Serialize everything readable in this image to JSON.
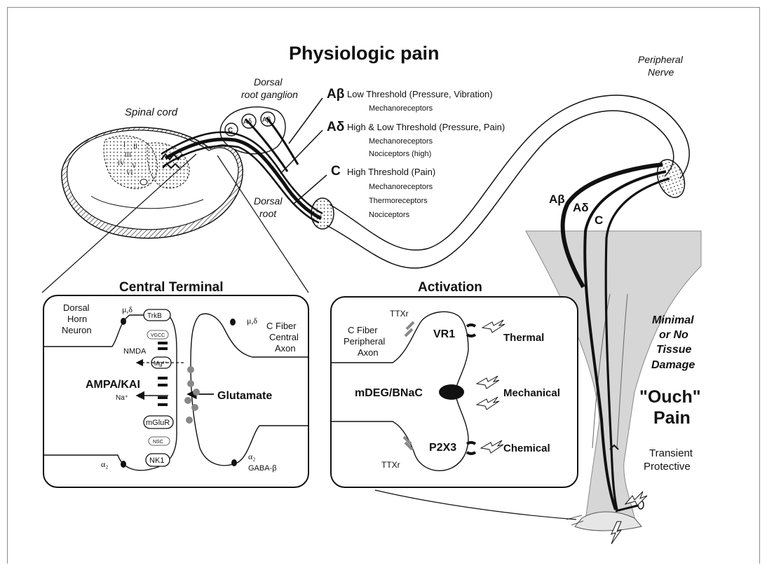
{
  "title": "Physiologic pain",
  "labels": {
    "spinal_cord": "Spinal cord",
    "drg_line1": "Dorsal",
    "drg_line2": "root ganglion",
    "dorsal_root_line1": "Dorsal",
    "dorsal_root_line2": "root",
    "peripheral_line1": "Peripheral",
    "peripheral_line2": "Nerve"
  },
  "laminae": [
    "I",
    "II",
    "III",
    "IV",
    "V",
    "VI"
  ],
  "ganglion_cells": [
    "C",
    "Aδ",
    "Aβ"
  ],
  "fibers": [
    {
      "greek": "Aβ",
      "threshold": "Low Threshold (Pressure, Vibration)",
      "receptors": [
        "Mechanoreceptors"
      ]
    },
    {
      "greek": "Aδ",
      "threshold": "High & Low Threshold (Pressure, Pain)",
      "receptors": [
        "Mechanoreceptors",
        "Nociceptors (high)"
      ]
    },
    {
      "greek": "C",
      "threshold": "High Threshold (Pain)",
      "receptors": [
        "Mechanoreceptors",
        "Thermoreceptors",
        "Nociceptors"
      ]
    }
  ],
  "leg_fibers": [
    "Aβ",
    "Aδ",
    "C"
  ],
  "central_terminal": {
    "title": "Central Terminal",
    "dorsal_horn_1": "Dorsal",
    "dorsal_horn_2": "Horn",
    "dorsal_horn_3": "Neuron",
    "mu_delta_left": "μ,δ",
    "mu_delta_right": "μ,δ",
    "trkb": "TrkB",
    "vgcc": "VGCC",
    "nmda": "NMDA",
    "mg": "Mg²⁺",
    "ampa": "AMPA/KAI",
    "na": "Na⁺",
    "mglur": "mGluR",
    "nsc": "NSC",
    "nk1": "NK1",
    "alpha2_left": "α₂",
    "alpha2_right": "α₂",
    "gaba": "GABA-β",
    "glutamate": "Glutamate",
    "cfiber_1": "C Fiber",
    "cfiber_2": "Central",
    "cfiber_3": "Axon"
  },
  "activation": {
    "title": "Activation",
    "ttx_top": "TTXr",
    "ttx_bottom": "TTXr",
    "cfiber_1": "C Fiber",
    "cfiber_2": "Peripheral",
    "cfiber_3": "Axon",
    "vr1": "VR1",
    "mdeg": "mDEG/BNaC",
    "p2x3": "P2X3",
    "thermal": "Thermal",
    "mechanical": "Mechanical",
    "chemical": "Chemical"
  },
  "outcome": {
    "minimal_1": "Minimal",
    "minimal_2": "or No",
    "minimal_3": "Tissue",
    "minimal_4": "Damage",
    "ouch": "\"Ouch\"",
    "pain": "Pain",
    "transient": "Transient",
    "protective": "Protective"
  }
}
